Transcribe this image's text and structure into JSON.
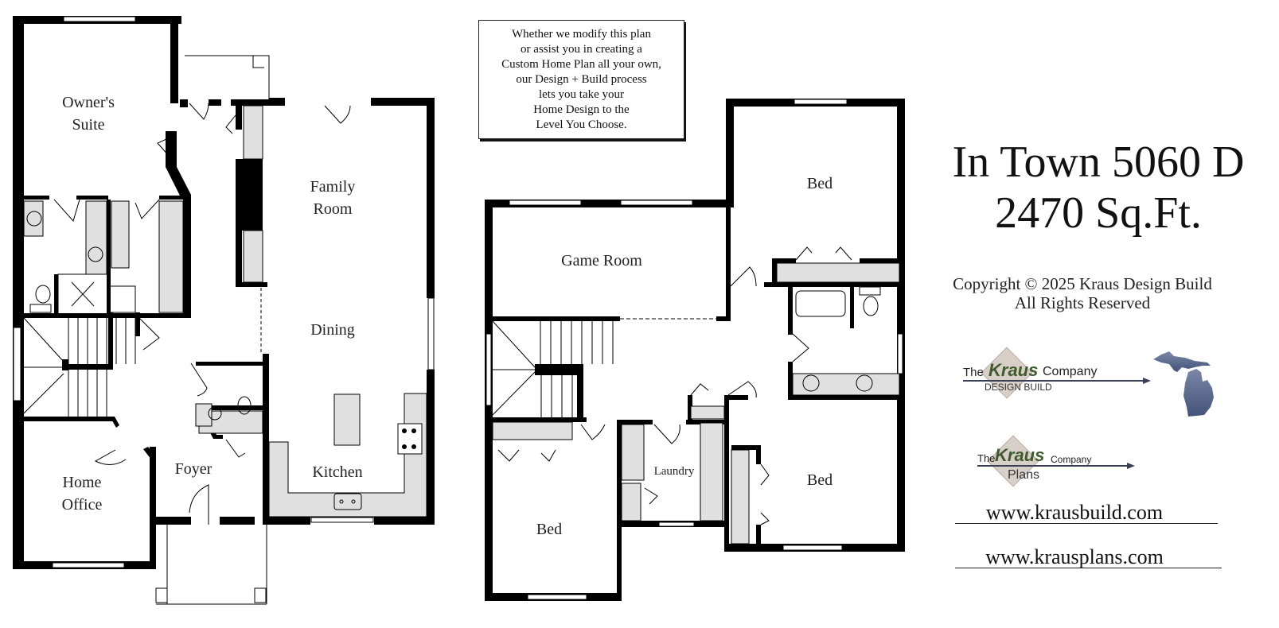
{
  "promo_box": {
    "text": "Whether we modify this plan\nor assist you in creating a\nCustom Home Plan all your own,\nour Design + Build process\nlets you take your\nHome Design to the\nLevel You Choose."
  },
  "plan": {
    "title_line1": "In Town 5060 D",
    "title_line2": "2470 Sq.Ft.",
    "copyright_line1": "Copyright © 2025 Kraus Design Build",
    "copyright_line2": "All Rights Reserved"
  },
  "first_floor": {
    "rooms": {
      "owners_suite_1": "Owner's",
      "owners_suite_2": "Suite",
      "family_room_1": "Family",
      "family_room_2": "Room",
      "dining": "Dining",
      "kitchen": "Kitchen",
      "foyer": "Foyer",
      "home_office_1": "Home",
      "home_office_2": "Office"
    }
  },
  "second_floor": {
    "rooms": {
      "game_room": "Game Room",
      "bed_top": "Bed",
      "bed_bottom_left": "Bed",
      "bed_bottom_right": "Bed",
      "laundry": "Laundry"
    }
  },
  "logos": {
    "design_build": {
      "the": "The",
      "kraus": "Kraus",
      "company": "Company",
      "sub": "DESIGN BUILD"
    },
    "plans": {
      "the": "The",
      "kraus": "Kraus",
      "company": "Company",
      "sub": "Plans"
    },
    "state_icon": "michigan-map-icon"
  },
  "links": {
    "build_url": "www.krausbuild.com",
    "plans_url": "www.krausplans.com"
  },
  "colors": {
    "wall": "#000000",
    "fixture_fill": "#e0e0e0",
    "kraus_green": "#3e5b2e",
    "michigan_blue": "#5a6a8c",
    "diamond": "#d8d0c8"
  }
}
